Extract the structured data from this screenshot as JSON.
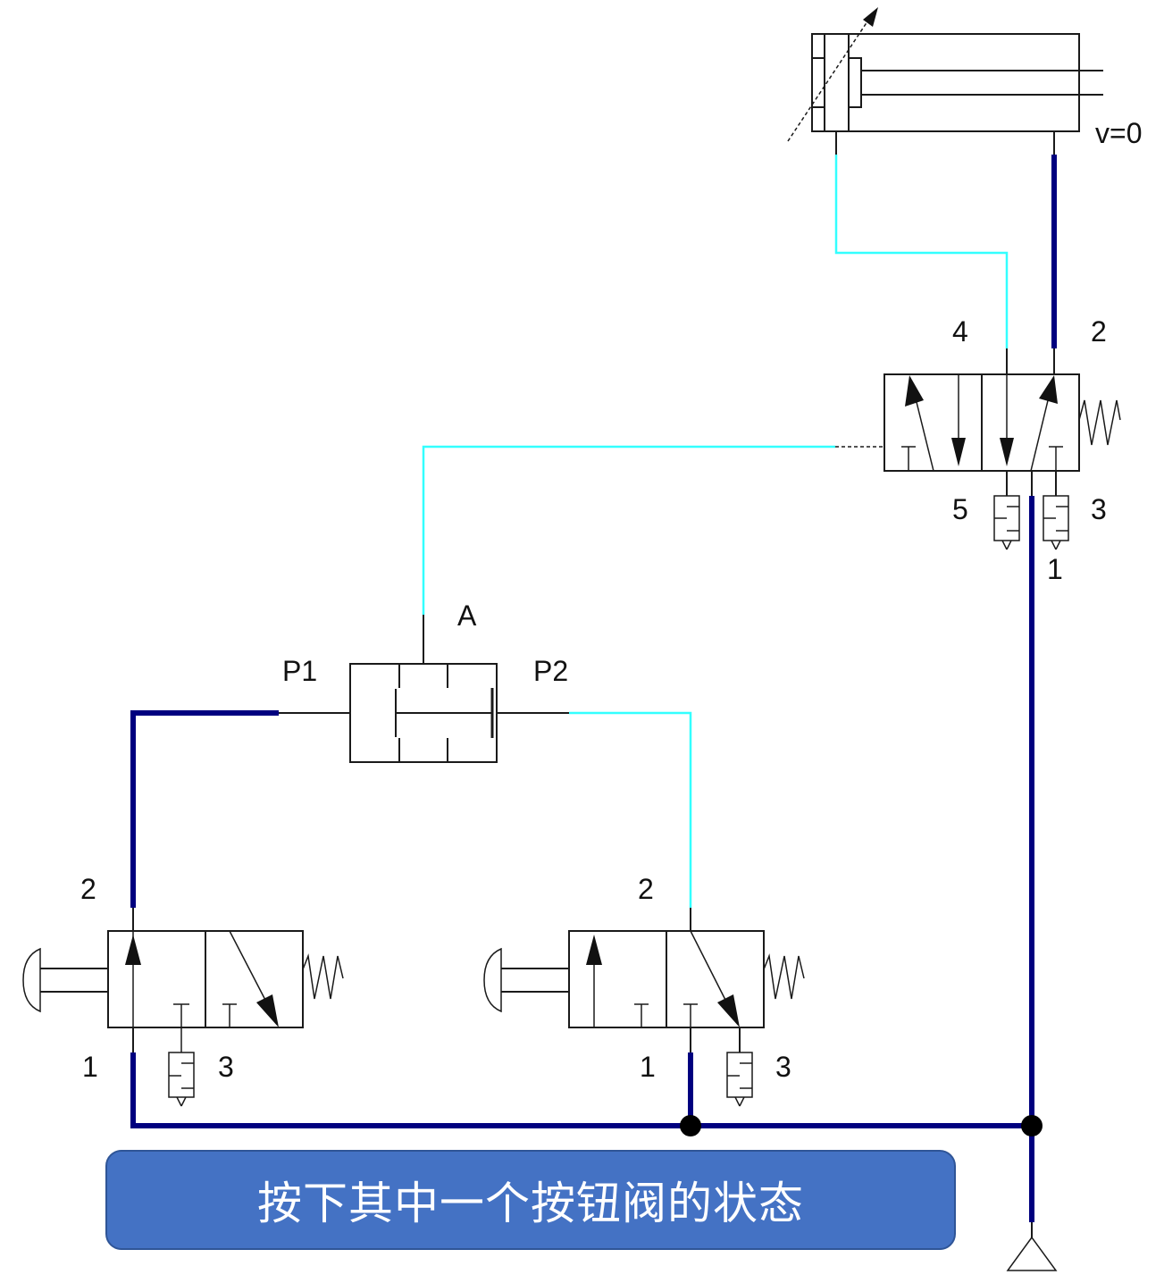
{
  "diagram": {
    "type": "pneumatic-circuit",
    "colors": {
      "pressurized_line": "#00007f",
      "exhaust_line": "#33ffff",
      "symbol_stroke": "#1a1a1a",
      "caption_bg": "#4472c4"
    },
    "cylinder": {
      "label_velocity": "v=0"
    },
    "main_valve": {
      "type": "5/2 pilot-operated spring-return valve",
      "port_4": "4",
      "port_2": "2",
      "port_5": "5",
      "port_3": "3",
      "port_1": "1"
    },
    "shuttle_valve": {
      "type": "OR shuttle valve",
      "port_a": "A",
      "port_p1": "P1",
      "port_p2": "P2"
    },
    "button_valve_left": {
      "type": "3/2 push-button valve (pressed)",
      "port_2": "2",
      "port_1": "1",
      "port_3": "3"
    },
    "button_valve_right": {
      "type": "3/2 push-button valve (released)",
      "port_2": "2",
      "port_1": "1",
      "port_3": "3"
    },
    "caption": "按下其中一个按钮阀的状态"
  }
}
